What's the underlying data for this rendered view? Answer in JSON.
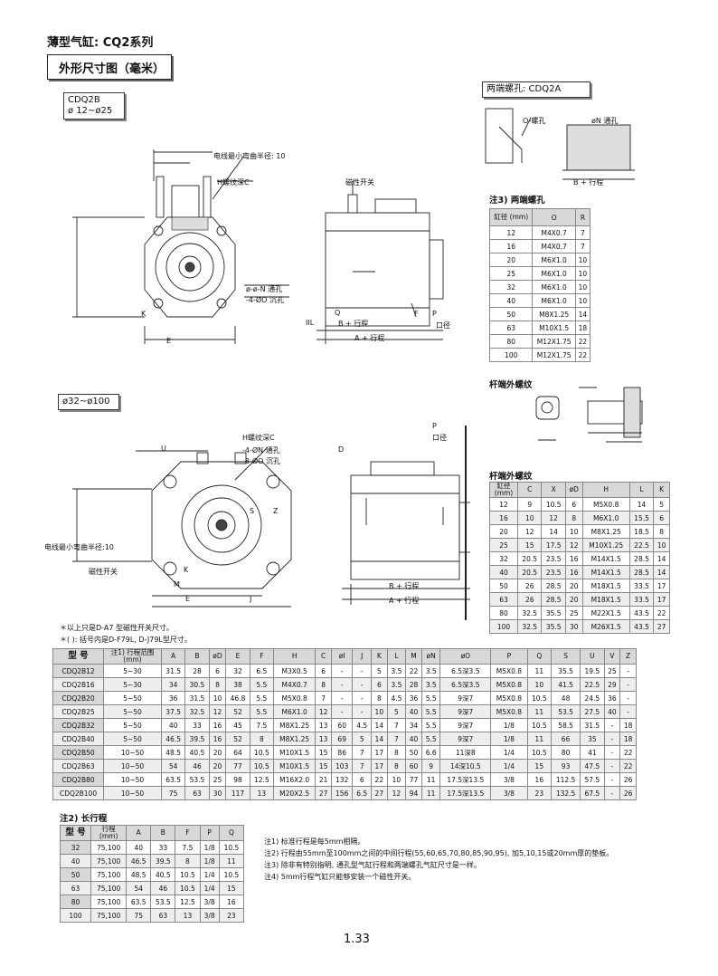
{
  "page": {
    "section_title": "薄型气缸: CQ2系列",
    "subtitle": "外形尺寸图（毫米）",
    "page_number": "1.33"
  },
  "drawing_small": {
    "label_line1": "CDQ2B",
    "label_line2": "ø 12~ø25",
    "cable_note": "电线最小弯曲半径: 10",
    "h_thread": "H螺纹深C",
    "switch": "磁性开关",
    "thru_hole": "ø-ø-N 通孔",
    "counter_bore": "-4-ØO 沉孔",
    "stroke1": "B + 行程",
    "stroke2": "A + 行程",
    "port": "P",
    "port2": "口径",
    "dim_Q": "Q",
    "dim_E": "E",
    "dim_K": "K",
    "dim_IL": "IIL",
    "dim_F": "F"
  },
  "drawing_large": {
    "label": "ø32~ø100",
    "h_thread": "H螺纹深C",
    "thru_hole": "-4-ØN 通孔",
    "counter_bore": "-8-ØO 沉孔",
    "cable_note": "电线最小弯曲半径:10",
    "switch": "磁性开关",
    "port": "P",
    "port2": "口径",
    "stroke1": "B + 行程",
    "stroke2": "A + 行程",
    "dim_U": "U",
    "dim_M": "M",
    "dim_E": "E",
    "dim_J": "J",
    "dim_K": "K",
    "dim_S": "S",
    "dim_Z": "Z",
    "dim_D": "D"
  },
  "notes_star": [
    "＊以上只是D-A7 型磁性开关尺寸。",
    "＊( ): 括号内是D-F79L, D-J79L型尺寸。"
  ],
  "both_end": {
    "label": "两端螺孔: CDQ2A",
    "o_hole": "O-螺孔",
    "n_hole": "øN 通孔",
    "stroke": "B + 行程",
    "caption": "注3) 两端螺孔",
    "headers": [
      "缸径\n(mm)",
      "O",
      "R"
    ],
    "rows": [
      [
        "12",
        "M4X0.7",
        "7"
      ],
      [
        "16",
        "M4X0.7",
        "7"
      ],
      [
        "20",
        "M6X1.0",
        "10"
      ],
      [
        "25",
        "M6X1.0",
        "10"
      ],
      [
        "32",
        "M6X1.0",
        "10"
      ],
      [
        "40",
        "M6X1.0",
        "10"
      ],
      [
        "50",
        "M8X1.25",
        "14"
      ],
      [
        "63",
        "M10X1.5",
        "18"
      ],
      [
        "80",
        "M12X1.75",
        "22"
      ],
      [
        "100",
        "M12X1.75",
        "22"
      ]
    ]
  },
  "rod_end": {
    "caption_drawing": "杆端外螺纹",
    "caption_table": "杆端外螺纹",
    "headers": [
      "缸径\n(mm)",
      "C",
      "X",
      "øD",
      "H",
      "L",
      "K"
    ],
    "rows": [
      [
        "12",
        "9",
        "10.5",
        "6",
        "M5X0.8",
        "14",
        "5"
      ],
      [
        "16",
        "10",
        "12",
        "8",
        "M6X1.0",
        "15.5",
        "6"
      ],
      [
        "20",
        "12",
        "14",
        "10",
        "M8X1.25",
        "18.5",
        "8"
      ],
      [
        "25",
        "15",
        "17.5",
        "12",
        "M10X1.25",
        "22.5",
        "10"
      ],
      [
        "32",
        "20.5",
        "23.5",
        "16",
        "M14X1.5",
        "28.5",
        "14"
      ],
      [
        "40",
        "20.5",
        "23.5",
        "16",
        "M14X1.5",
        "28.5",
        "14"
      ],
      [
        "50",
        "26",
        "28.5",
        "20",
        "M18X1.5",
        "33.5",
        "17"
      ],
      [
        "63",
        "26",
        "28.5",
        "20",
        "M18X1.5",
        "33.5",
        "17"
      ],
      [
        "80",
        "32.5",
        "35.5",
        "25",
        "M22X1.5",
        "43.5",
        "22"
      ],
      [
        "100",
        "32.5",
        "35.5",
        "30",
        "M26X1.5",
        "43.5",
        "27"
      ]
    ]
  },
  "main_table": {
    "headers": [
      "型 号",
      "注1) 行程范围\n(mm)",
      "A",
      "B",
      "øD",
      "E",
      "F",
      "H",
      "C",
      "øI",
      "J",
      "K",
      "L",
      "M",
      "øN",
      "øO",
      "P",
      "Q",
      "S",
      "U",
      "V",
      "Z"
    ],
    "rows": [
      [
        "CDQ2B12",
        "5~30",
        "31.5",
        "28",
        "6",
        "32",
        "6.5",
        "M3X0.5",
        "6",
        "-",
        "-",
        "5",
        "3.5",
        "22",
        "3.5",
        "6.5深3.5",
        "M5X0.8",
        "11",
        "35.5",
        "19.5",
        "25",
        "-"
      ],
      [
        "CDQ2B16",
        "5~30",
        "34",
        "30.5",
        "8",
        "38",
        "5.5",
        "M4X0.7",
        "8",
        "-",
        "-",
        "6",
        "3.5",
        "28",
        "3.5",
        "6.5深3.5",
        "M5X0.8",
        "10",
        "41.5",
        "22.5",
        "29",
        "-"
      ],
      [
        "CDQ2B20",
        "5~50",
        "36",
        "31.5",
        "10",
        "46.8",
        "5.5",
        "M5X0.8",
        "7",
        "-",
        "-",
        "8",
        "4.5",
        "36",
        "5.5",
        "9深7",
        "M5X0.8",
        "10.5",
        "48",
        "24.5",
        "36",
        "-"
      ],
      [
        "CDQ2B25",
        "5~50",
        "37.5",
        "32.5",
        "12",
        "52",
        "5.5",
        "M6X1.0",
        "12",
        "-",
        "-",
        "10",
        "5",
        "40",
        "5.5",
        "9深7",
        "M5X0.8",
        "11",
        "53.5",
        "27.5",
        "40",
        "-"
      ],
      [
        "CDQ2B32",
        "5~50",
        "40",
        "33",
        "16",
        "45",
        "7.5",
        "M8X1.25",
        "13",
        "60",
        "4.5",
        "14",
        "7",
        "34",
        "5.5",
        "9深7",
        "1/8",
        "10.5",
        "58.5",
        "31.5",
        "-",
        "18"
      ],
      [
        "CDQ2B40",
        "5~50",
        "46.5",
        "39.5",
        "16",
        "52",
        "8",
        "M8X1.25",
        "13",
        "69",
        "5",
        "14",
        "7",
        "40",
        "5.5",
        "9深7",
        "1/8",
        "11",
        "66",
        "35",
        "-",
        "18"
      ],
      [
        "CDQ2B50",
        "10~50",
        "48.5",
        "40.5",
        "20",
        "64",
        "10.5",
        "M10X1.5",
        "15",
        "86",
        "7",
        "17",
        "8",
        "50",
        "6.6",
        "11深8",
        "1/4",
        "10.5",
        "80",
        "41",
        "-",
        "22"
      ],
      [
        "CDQ2B63",
        "10~50",
        "54",
        "46",
        "20",
        "77",
        "10.5",
        "M10X1.5",
        "15",
        "103",
        "7",
        "17",
        "8",
        "60",
        "9",
        "14深10.5",
        "1/4",
        "15",
        "93",
        "47.5",
        "-",
        "22"
      ],
      [
        "CDQ2B80",
        "10~50",
        "63.5",
        "53.5",
        "25",
        "98",
        "12.5",
        "M16X2.0",
        "21",
        "132",
        "6",
        "22",
        "10",
        "77",
        "11",
        "17.5深13.5",
        "3/8",
        "16",
        "112.5",
        "57.5",
        "-",
        "26"
      ],
      [
        "CDQ2B100",
        "10~50",
        "75",
        "63",
        "30",
        "117",
        "13",
        "M20X2.5",
        "27",
        "156",
        "6.5",
        "27",
        "12",
        "94",
        "11",
        "17.5深13.5",
        "3/8",
        "23",
        "132.5",
        "67.5",
        "-",
        "26"
      ]
    ]
  },
  "long_stroke": {
    "caption": "注2) 长行程",
    "headers": [
      "型 号",
      "行程\n(mm)",
      "A",
      "B",
      "F",
      "P",
      "Q"
    ],
    "rows": [
      [
        "32",
        "75,100",
        "40",
        "33",
        "7.5",
        "1/8",
        "10.5"
      ],
      [
        "40",
        "75,100",
        "46.5",
        "39.5",
        "8",
        "1/8",
        "11"
      ],
      [
        "50",
        "75,100",
        "48.5",
        "40.5",
        "10.5",
        "1/4",
        "10.5"
      ],
      [
        "63",
        "75,100",
        "54",
        "46",
        "10.5",
        "1/4",
        "15"
      ],
      [
        "80",
        "75,100",
        "63.5",
        "53.5",
        "12.5",
        "3/8",
        "16"
      ],
      [
        "100",
        "75,100",
        "75",
        "63",
        "13",
        "3/8",
        "23"
      ]
    ]
  },
  "footnotes": [
    "注1) 标准行程是每5mm相隔。",
    "注2) 行程由55mm至100mm之间的中间行程(55,60,65,70,80,85,90,95), 加5,10,15或20mm厚的垫板。",
    "注3) 除非有特别指明, 通孔型气缸行程和两端螺孔气缸尺寸是一样。",
    "注4) 5mm行程气缸只能够安装一个磁性开关。"
  ]
}
